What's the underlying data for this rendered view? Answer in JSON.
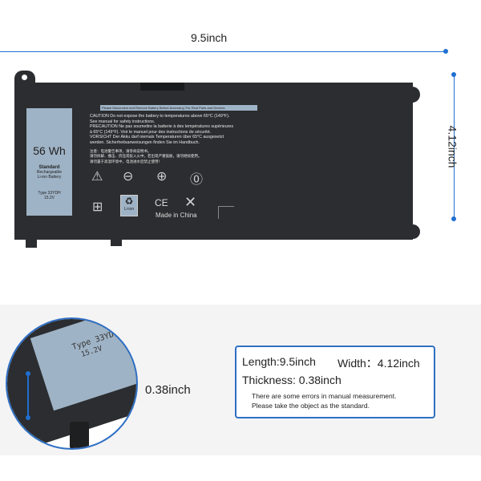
{
  "dimensions": {
    "length": "9.5inch",
    "width": "4.12inch",
    "thickness": "0.38inch"
  },
  "label": {
    "capacity": "56 Wh",
    "line1": "Standard",
    "line2": "Rechargeable",
    "line3": "Li-ion Battery",
    "type": "Type 33YDH",
    "voltage": "15.2V"
  },
  "notice": "Please Disconnect and Remove Battery Before Accessing The Rest Parts and Devices",
  "warnings": [
    "CAUTION Do not expose the battery to temperatures above 65°C (149°F).",
    "See manual for safety instructions.",
    "PRECAUTION Ne pas soumettre la batterie à des températures supérieures",
    "à 65°C (149°F). Voir le manuel pour des instructions de sécurité.",
    "VORSICHT Der Akku darf niemals Temperaturen über 65°C ausgesetzt",
    "werden. Sicherheitsanweisungen finden Sie im Handbuch."
  ],
  "chinese": [
    "注意：电池警告事项，请参阅说明书。",
    "请勿拆解、撞击、挤压或投入火中。若出现严重鼓胀，请勿继续使用。",
    "请勿置于高温环境中，电池进水后禁止使用！"
  ],
  "recycle_label": "Li-ion",
  "ce": "CE",
  "made_in": "Made in China",
  "closeup": {
    "type": "Type 33YD",
    "voltage": "15.2V"
  },
  "info": {
    "length": "Length:9.5inch",
    "width": "Width：4.12inch",
    "thickness": "Thickness: 0.38inch",
    "note1": "There are some errors in manual measurement.",
    "note2": "Please take the object as the standard."
  }
}
